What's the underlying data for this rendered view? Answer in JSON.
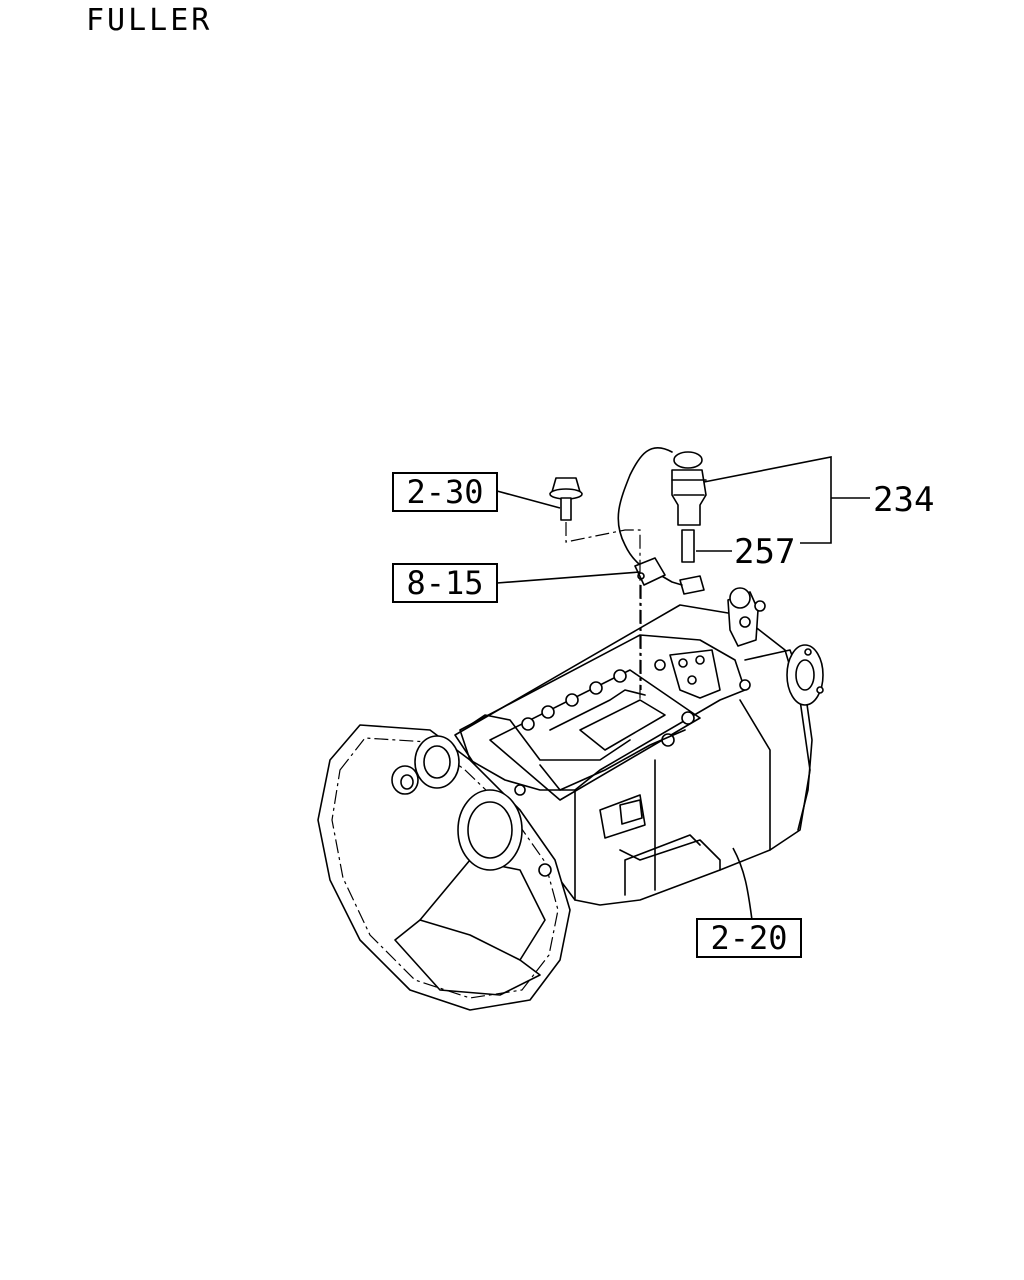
{
  "header": {
    "brand": "FULLER"
  },
  "callouts": {
    "bolt_ref": "2-30",
    "clip_ref": "8-15",
    "transmission_ref": "2-20",
    "switch_assembly_part": "234",
    "pin_part": "257"
  },
  "colors": {
    "line": "#000000",
    "background": "#ffffff"
  }
}
